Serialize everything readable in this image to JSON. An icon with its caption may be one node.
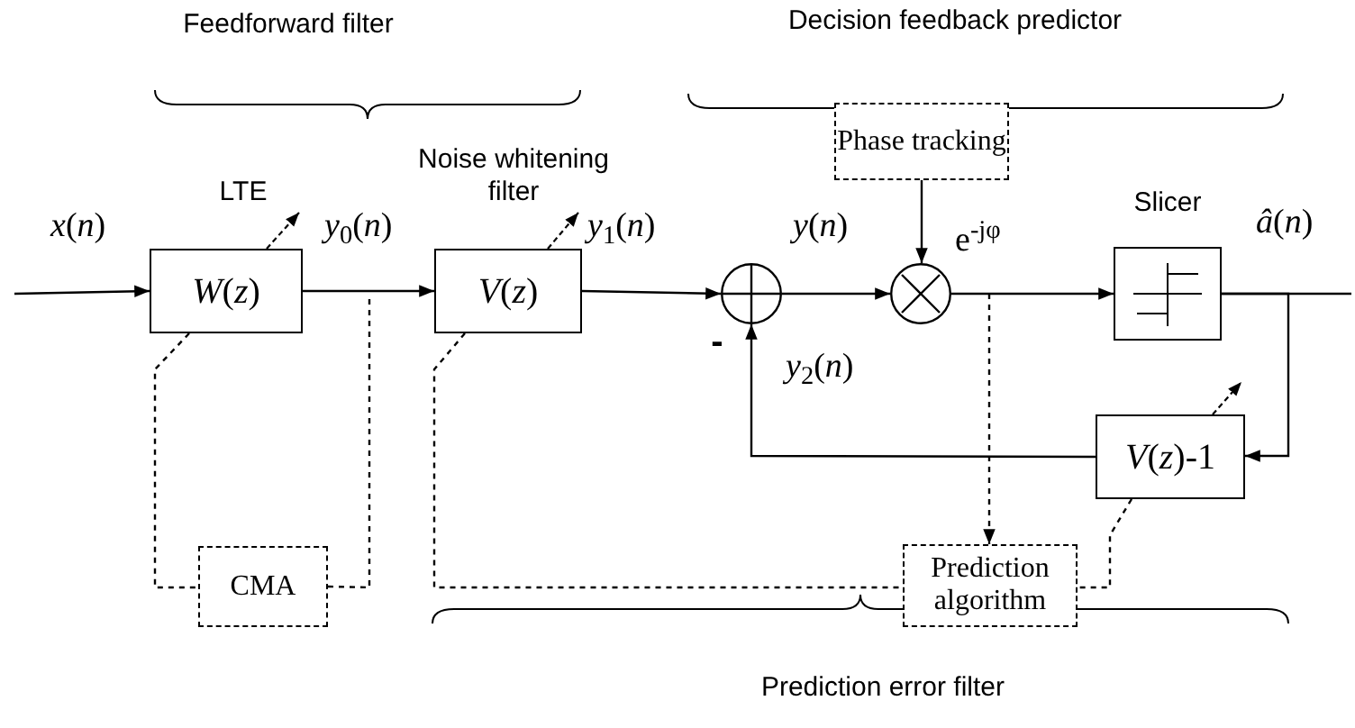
{
  "diagram": {
    "nodes": [
      {
        "text": [
          "*W*(*z*)"
        ],
        "beside": [
          "LTE"
        ]
      },
      {
        "text": [
          "*V*(*z*)"
        ],
        "beside": [
          "Noise whitening filter"
        ]
      },
      {
        "text": [],
        "shape": "circle"
      },
      {
        "text": [],
        "shape": "circle"
      },
      {
        "text": [
          "Phase tracking"
        ]
      },
      {
        "text": [],
        "shape": "box",
        "beside": [
          "Slicer"
        ]
      },
      {
        "text": [
          "*V*(*z*)-1"
        ]
      },
      {
        "text": [
          "CMA"
        ]
      },
      {
        "text": [
          "Prediction algorithm"
        ]
      }
    ],
    "edges": [
      {
        "from": null,
        "to": 0,
        "arrow": "to",
        "label": "*x*(*n*)"
      },
      {
        "from": 0,
        "to": 1,
        "arrow": "to",
        "label": "*y*$_{0}$(*n*)"
      },
      {
        "from": 1,
        "to": 2,
        "arrow": "to",
        "label": "*y*$_{1}$(*n*)"
      },
      {
        "from": 2,
        "to": 3,
        "arrow": "to",
        "label": "*y*(*n*)"
      },
      {
        "from": 4,
        "to": 3,
        "arrow": "to",
        "label": "e$^{-jφ}$"
      },
      {
        "from": 3,
        "to": 5,
        "arrow": "to"
      },
      {
        "from": 5,
        "to": null,
        "arrow": "none",
        "label": "*â*(*n*)"
      },
      {
        "from": 5,
        "to": 6,
        "arrow": "to"
      },
      {
        "from": 6,
        "to": 2,
        "arrow": "to",
        "label": "*y*$_{2}$(*n*)"
      },
      {
        "from": null,
        "to": 8,
        "arrow": "to",
        "style": "dashed"
      },
      {
        "from": 0,
        "to": 7,
        "arrow": "none",
        "style": "dashed"
      },
      {
        "from": 7,
        "to": null,
        "arrow": "none",
        "style": "dashed"
      },
      {
        "from": 1,
        "to": 8,
        "arrow": "none",
        "style": "dashed"
      },
      {
        "from": 6,
        "to": 8,
        "arrow": "none",
        "style": "dashed"
      }
    ],
    "labels": [
      "Feedforward filter",
      "Decision feedback predictor",
      "-",
      "Prediction error filter"
    ]
  }
}
